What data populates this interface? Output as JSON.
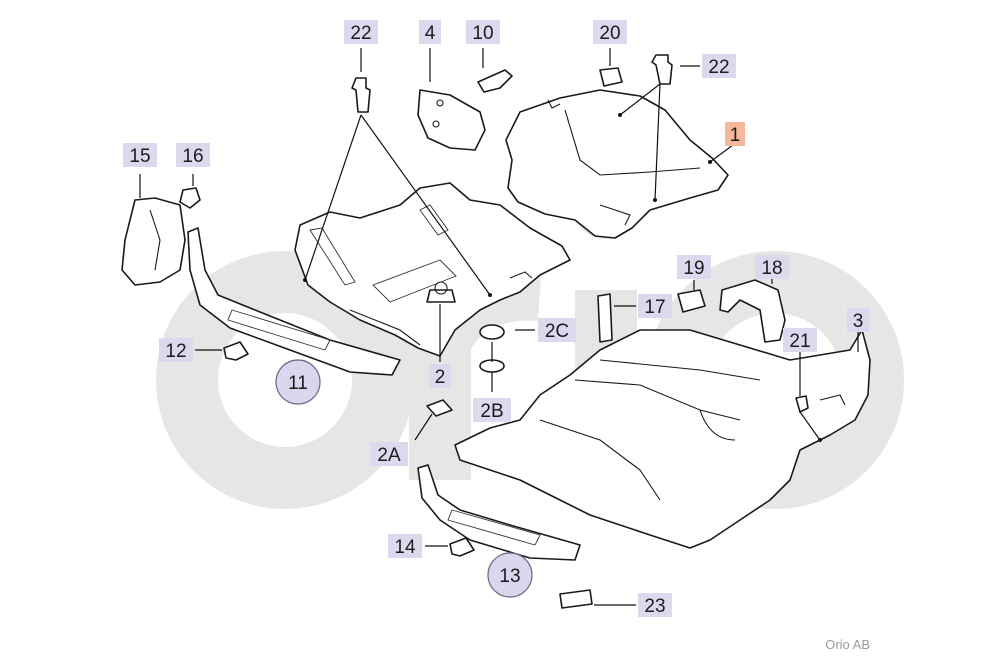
{
  "watermark": {
    "text": "orio",
    "color": "#e4e4e4"
  },
  "brand": "Orio AB",
  "colors": {
    "label_bg": "#dcd9ef",
    "label_highlight": "#f6b89a",
    "circle_bg": "#d9d6ee"
  },
  "labels": [
    {
      "id": "22a",
      "text": "22"
    },
    {
      "id": "4",
      "text": "4"
    },
    {
      "id": "10",
      "text": "10"
    },
    {
      "id": "20",
      "text": "20"
    },
    {
      "id": "22b",
      "text": "22"
    },
    {
      "id": "1",
      "text": "1",
      "highlight": true
    },
    {
      "id": "15",
      "text": "15"
    },
    {
      "id": "16",
      "text": "16"
    },
    {
      "id": "19",
      "text": "19"
    },
    {
      "id": "18",
      "text": "18"
    },
    {
      "id": "17",
      "text": "17"
    },
    {
      "id": "3",
      "text": "3"
    },
    {
      "id": "2C",
      "text": "2C"
    },
    {
      "id": "21",
      "text": "21"
    },
    {
      "id": "12",
      "text": "12"
    },
    {
      "id": "2",
      "text": "2"
    },
    {
      "id": "2B",
      "text": "2B"
    },
    {
      "id": "2A",
      "text": "2A"
    },
    {
      "id": "14",
      "text": "14"
    },
    {
      "id": "23",
      "text": "23"
    }
  ],
  "circled_labels": [
    {
      "id": "11",
      "text": "11"
    },
    {
      "id": "13",
      "text": "13"
    }
  ]
}
